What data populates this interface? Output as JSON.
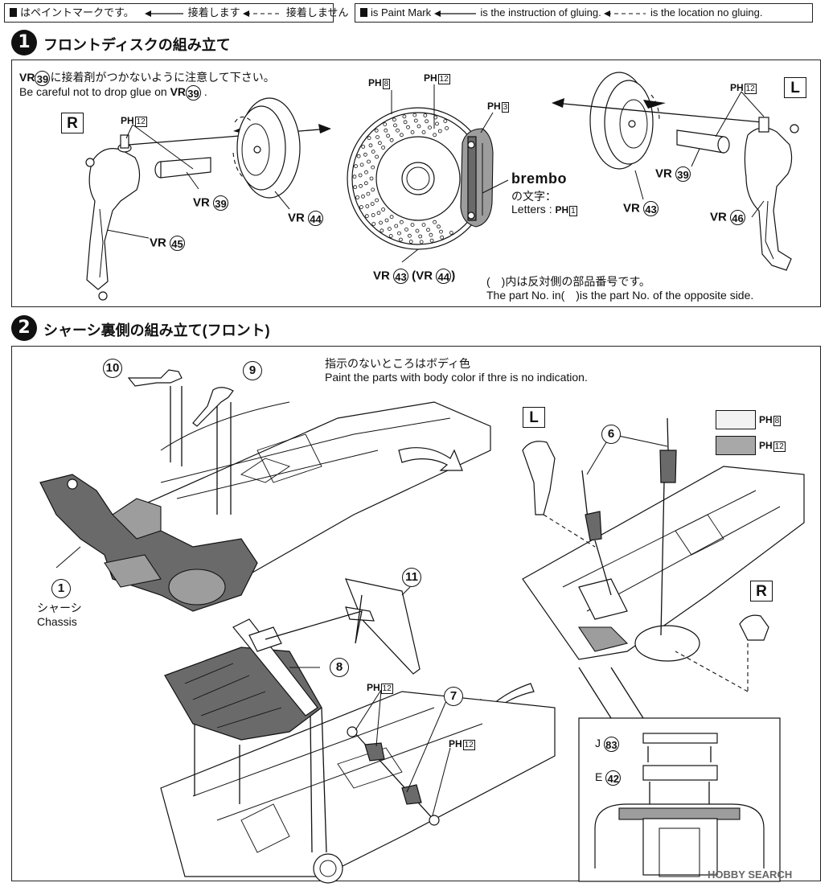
{
  "legend_jp": {
    "paint_mark": "はペイントマークです。",
    "glue": "接着します",
    "no_glue": "接着しません"
  },
  "legend_en": {
    "paint_mark": "is Paint Mark",
    "glue": "is the instruction of gluing.",
    "no_glue": "is the location no gluing."
  },
  "step1": {
    "number": "1",
    "title": "フロントディスクの組み立て",
    "warning_jp": "に接着剤がつかないように注意して下さい。",
    "warning_en_pre": "Be careful not to drop glue on",
    "warning_part_prefix": "VR",
    "warning_part": "39",
    "side_right": "R",
    "side_left": "L",
    "parts": {
      "vr45": "45",
      "vr39": "39",
      "vr44": "44",
      "vr43": "43",
      "vr46": "46",
      "vr_prefix": "VR"
    },
    "paint": {
      "ph12": "12",
      "ph8": "8",
      "ph3": "3",
      "ph1": "1",
      "ph_label": "PH"
    },
    "brand": "brembo",
    "letters_jp": "の文字：",
    "letters_en": "Letters :",
    "disc_caption": "VR43 (VR44)",
    "note_jp": "(　)内は反対側の部品番号です。",
    "note_en": "The part No. in(　)is the part No. of the opposite side."
  },
  "step2": {
    "number": "2",
    "title": "シャーシ裏側の組み立て(フロント)",
    "note_jp": "指示のないところはボディ色",
    "note_en": "Paint the parts with body color if thre is no indication.",
    "chassis_jp": "シャーシ",
    "chassis_en": "Chassis",
    "part_numbers": [
      "1",
      "6",
      "7",
      "8",
      "9",
      "10",
      "11"
    ],
    "side_left": "L",
    "side_right": "R",
    "detail_j": "J",
    "detail_j_num": "83",
    "detail_e": "E",
    "detail_e_num": "42",
    "swatch_light": "#f2f2f2",
    "swatch_dark": "#a8a8a8"
  },
  "watermark": "HOBBY SEARCH"
}
